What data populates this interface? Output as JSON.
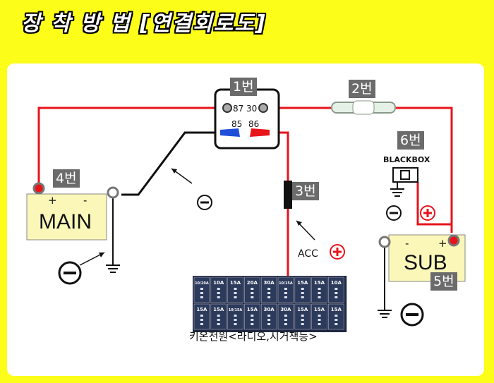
{
  "title": "장 착 방 법 [연결회로도]",
  "labels": {
    "relay": "1번",
    "fuse": "2번",
    "acc_wire": "3번",
    "main_battery": "4번",
    "sub_battery": "5번",
    "blackbox_tag": "6번"
  },
  "relay_pins": [
    "87",
    "30",
    "85",
    "86"
  ],
  "main": {
    "name": "MAIN",
    "plus": "+",
    "minus": "-"
  },
  "sub": {
    "name": "SUB",
    "plus": "+",
    "minus": "-"
  },
  "blackbox_label": "BLACKBOX",
  "acc_label": "ACC",
  "fusebox_caption": "키온전원<라디오,시거잭등>",
  "fusebox_rows": [
    [
      "10/20A",
      "10A",
      "15A",
      "20A",
      "30A",
      "10/15A",
      "15A",
      "15A",
      "10A"
    ],
    [
      "15A",
      "15A",
      "10/15A",
      "15A",
      "30A",
      "30A",
      "15A",
      "15A",
      "15A"
    ]
  ],
  "colors": {
    "wire_red": "#e8141c",
    "wire_black": "#111111",
    "battery_fill": "#fbf7b9",
    "tag_bg": "#6b6b6b"
  }
}
